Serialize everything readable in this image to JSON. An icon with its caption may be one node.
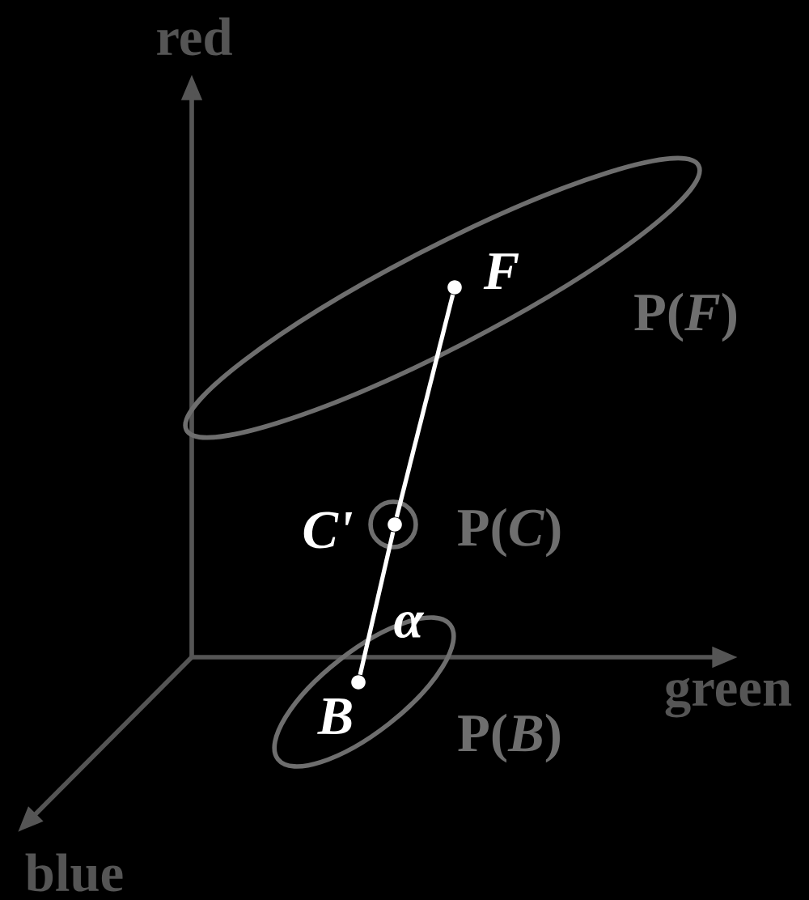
{
  "diagram": {
    "nodes": [
      {
        "text": [],
        "shape": "ellipse",
        "beside": [
          "P(*F*)"
        ]
      },
      {
        "text": [],
        "shape": "circle",
        "beside": [
          "F"
        ],
        "in": 0
      },
      {
        "text": [],
        "shape": "circle",
        "beside": [
          "P(*C*)"
        ]
      },
      {
        "text": [],
        "shape": "circle",
        "beside": [
          "C'"
        ],
        "in": 2
      },
      {
        "text": [],
        "shape": "ellipse",
        "beside": [
          "P(*B*)"
        ]
      },
      {
        "text": [],
        "shape": "circle",
        "beside": [
          "B"
        ],
        "in": 4
      }
    ],
    "edges": [
      {
        "from": 5,
        "to": 3,
        "arrow": "none"
      },
      {
        "from": 3,
        "to": 1,
        "arrow": "none"
      }
    ],
    "labels": [
      "red",
      "green",
      "blue",
      "α"
    ]
  }
}
